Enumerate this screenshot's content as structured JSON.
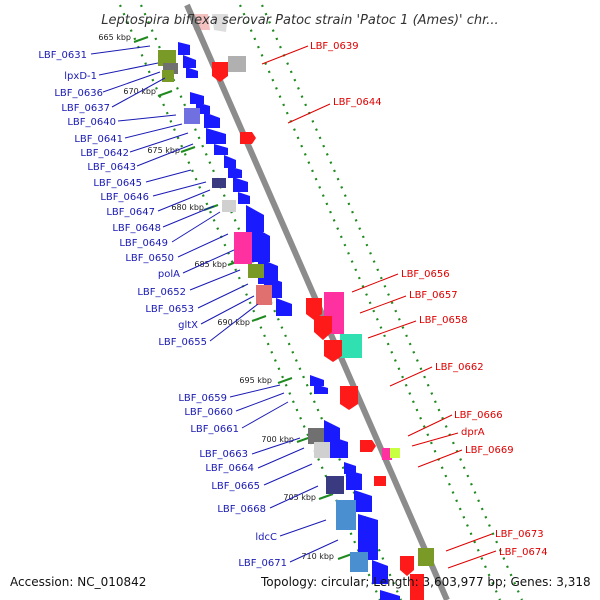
{
  "title": "Leptospira biflexa serovar Patoc strain 'Patoc 1 (Ames)' chr...",
  "footer": {
    "accession": "Accession: NC_010842",
    "topology": "Topology: circular; Length: 3,603,977 bp; Genes: 3,318"
  },
  "colors": {
    "minus_strand": "#1a1aff",
    "plus_strand": "#ff1a1a",
    "label_minus": "#1a1ab4",
    "label_plus": "#dd0000",
    "backbone": "#8c8c8c",
    "tick": "#1f8a1f"
  },
  "ticks": [
    "665 kbp",
    "670 kbp",
    "675 kbp",
    "680 kbp",
    "685 kbp",
    "690 kbp",
    "695 kbp",
    "700 kbp",
    "705 kbp",
    "710 kbp"
  ],
  "left_labels": [
    "LBF_0631",
    "lpxD-1",
    "LBF_0636",
    "LBF_0637",
    "LBF_0640",
    "LBF_0641",
    "LBF_0642",
    "LBF_0643",
    "LBF_0645",
    "LBF_0646",
    "LBF_0647",
    "LBF_0648",
    "LBF_0649",
    "LBF_0650",
    "polA",
    "LBF_0652",
    "LBF_0653",
    "gltX",
    "LBF_0655",
    "LBF_0659",
    "LBF_0660",
    "LBF_0661",
    "LBF_0663",
    "LBF_0664",
    "LBF_0665",
    "LBF_0668",
    "ldcC",
    "LBF_0671"
  ],
  "right_labels": [
    "LBF_0639",
    "LBF_0644",
    "LBF_0656",
    "LBF_0657",
    "LBF_0658",
    "LBF_0662",
    "LBF_0666",
    "dprA",
    "LBF_0669",
    "LBF_0673",
    "LBF_0674"
  ]
}
